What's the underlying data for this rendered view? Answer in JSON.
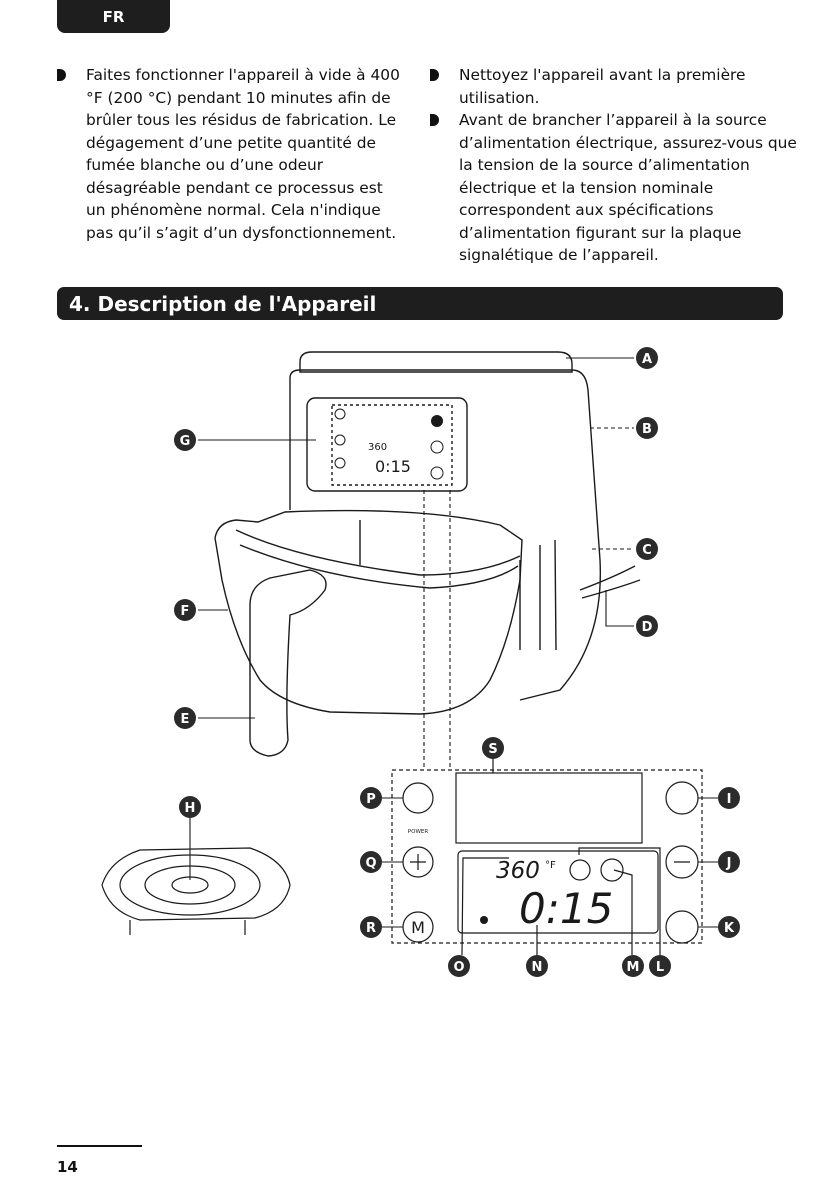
{
  "header": {
    "lang": "FR"
  },
  "left_column": {
    "bullets": [
      "Faites fonctionner l'appareil à vide à 400 °F (200 °C) pendant 10 minutes afin de brûler tous les résidus de fabrication. Le dégagement d’une petite quantité de fumée blanche ou d’une odeur désagréable pendant ce processus est un phénomène normal. Cela n'indique pas qu’il s’agit d’un dysfonctionnement."
    ]
  },
  "right_column": {
    "bullets": [
      "Nettoyez l'appareil avant la première utilisation.",
      "Avant de brancher l’appareil à la source d’alimentation électrique, assurez-vous que la tension de la source d’alimentation électrique et la tension nominale correspondent aux spécifications d’alimentation figurant sur la plaque signalétique de l’appareil."
    ]
  },
  "section": {
    "title": "4. Description de l'Appareil"
  },
  "diagram": {
    "callouts": [
      "A",
      "B",
      "C",
      "D",
      "E",
      "F",
      "G",
      "H",
      "I",
      "J",
      "K",
      "L",
      "M",
      "N",
      "O",
      "P",
      "Q",
      "R",
      "S"
    ],
    "panel": {
      "power_label": "POWER",
      "temperature": "360",
      "unit": "°F",
      "time": "0:15",
      "menu_button": "M"
    },
    "small_panel": {
      "temperature": "360",
      "time": "0:15"
    }
  },
  "footer": {
    "page_number": "14"
  }
}
